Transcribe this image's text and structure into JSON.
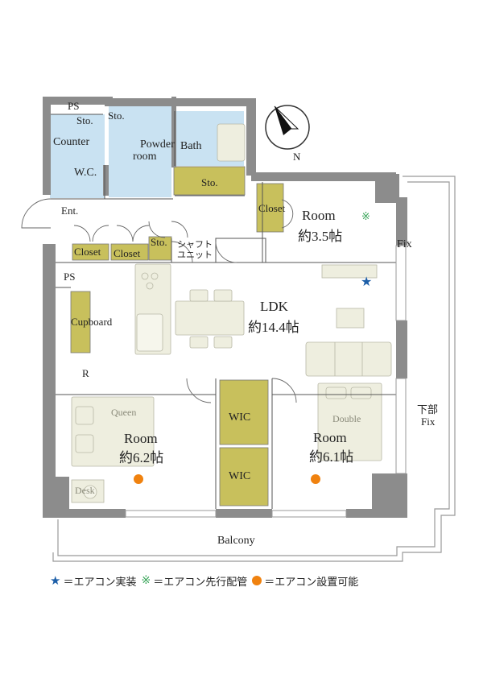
{
  "colors": {
    "wall": "#8c8c8c",
    "wet_area": "#c9e2f2",
    "storage": "#c8c05c",
    "furniture": "#eeeedf",
    "aircon_installed": "#1d5fa8",
    "aircon_piping": "#3aa55a",
    "aircon_possible": "#f0820f"
  },
  "labels": {
    "ps_top": "PS",
    "sto_a": "Sto.",
    "sto_b": "Sto.",
    "counter": "Counter",
    "wc": "W.C.",
    "powder_1": "Powder",
    "powder_2": "room",
    "bath": "Bath",
    "sto_bath": "Sto.",
    "ent": "Ent.",
    "closet_1": "Closet",
    "closet_2": "Closet",
    "sto_hall": "Sto.",
    "shaft_1": "シャフト",
    "shaft_2": "ユニット",
    "closet_room": "Closet",
    "room_small": "Room",
    "room_small_size": "約3.5帖",
    "fix_1": "Fix",
    "ps_left": "PS",
    "cupboard": "Cupboard",
    "ldk": "LDK",
    "ldk_size": "約14.4帖",
    "refrigerator": "R",
    "queen": "Queen",
    "room_left": "Room",
    "room_left_size": "約6.2帖",
    "desk": "Desk",
    "wic_1": "WIC",
    "wic_2": "WIC",
    "double": "Double",
    "room_right": "Room",
    "room_right_size": "約6.1帖",
    "fix_2a": "下部",
    "fix_2b": "Fix",
    "balcony": "Balcony",
    "compass_n": "N"
  },
  "legend": [
    {
      "symbol": "star",
      "icon": "star-icon",
      "glyph": "★",
      "text": "＝エアコン実装"
    },
    {
      "symbol": "green",
      "icon": "asterisk-icon",
      "glyph": "※",
      "text": "＝エアコン先行配管"
    },
    {
      "symbol": "dot",
      "icon": "dot-icon",
      "glyph": "",
      "text": "＝エアコン設置可能"
    }
  ]
}
